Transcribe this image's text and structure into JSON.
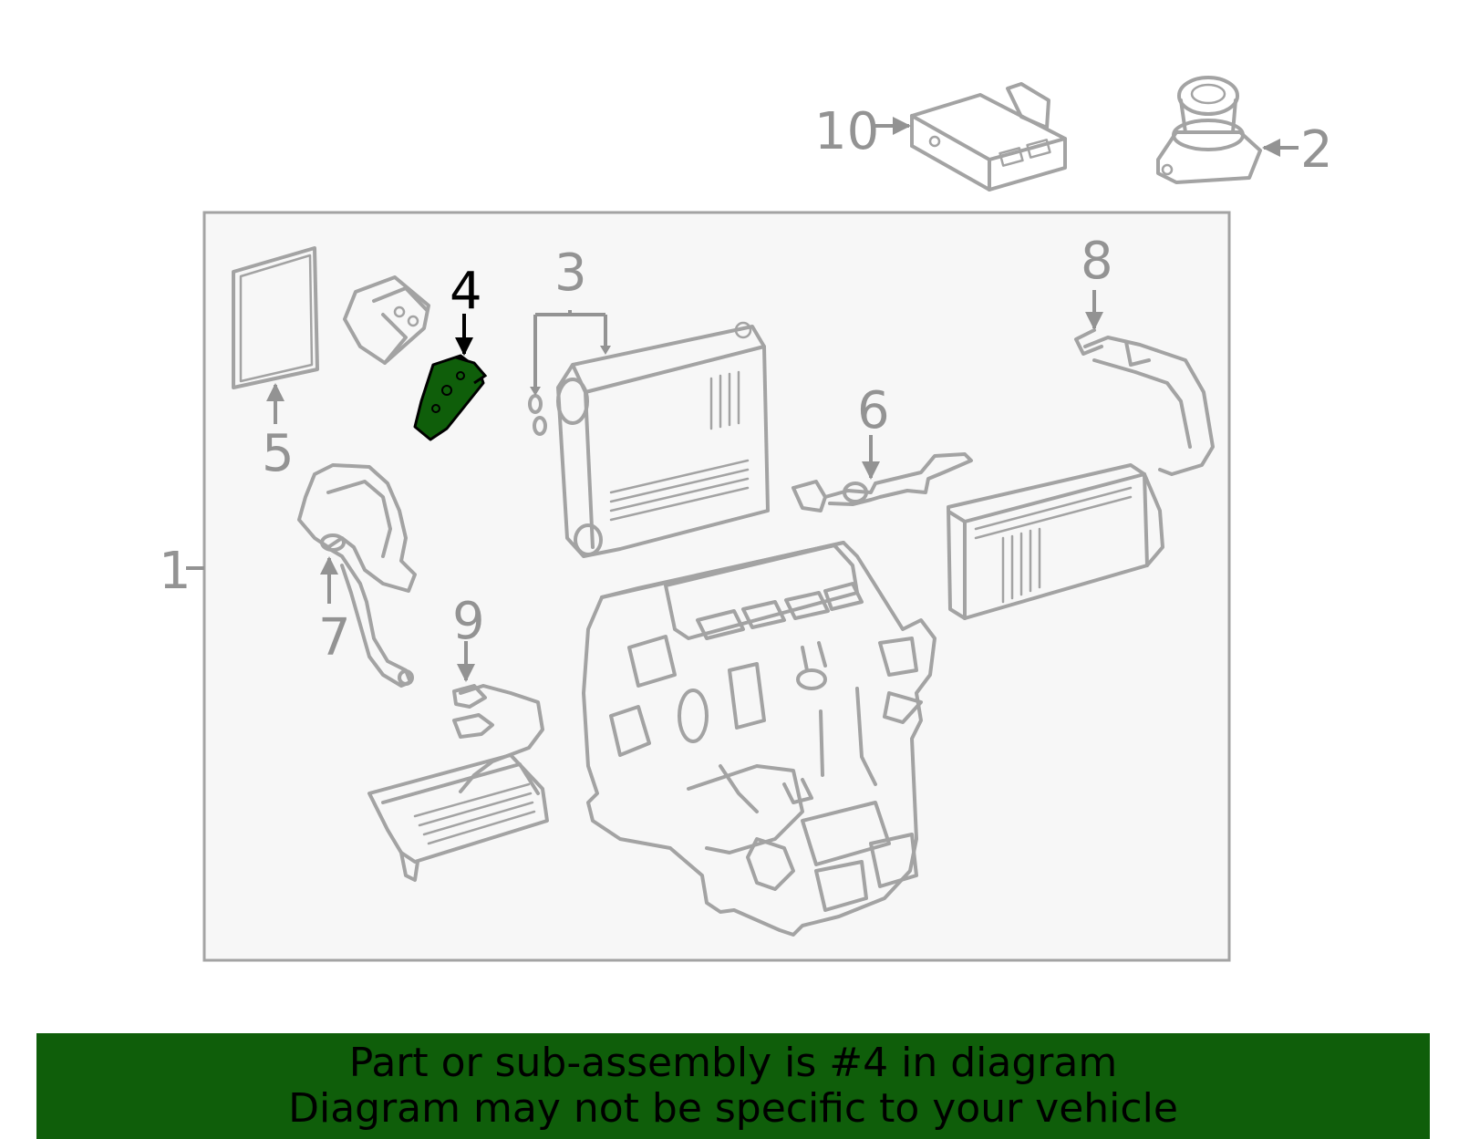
{
  "diagram": {
    "highlight_color": "#0f5e0a",
    "box_fill": "#f7f7f7",
    "box_stroke": "#a3a3a3",
    "callouts": {
      "c1": "1",
      "c2": "2",
      "c3": "3",
      "c4": "4",
      "c5": "5",
      "c6": "6",
      "c7": "7",
      "c8": "8",
      "c9": "9",
      "c10": "10"
    },
    "highlighted_callout": "4"
  },
  "banner": {
    "line1": "Part or sub-assembly is #4 in diagram",
    "line2": "Diagram may not be specific to your vehicle",
    "background": "#0f5e0a"
  }
}
